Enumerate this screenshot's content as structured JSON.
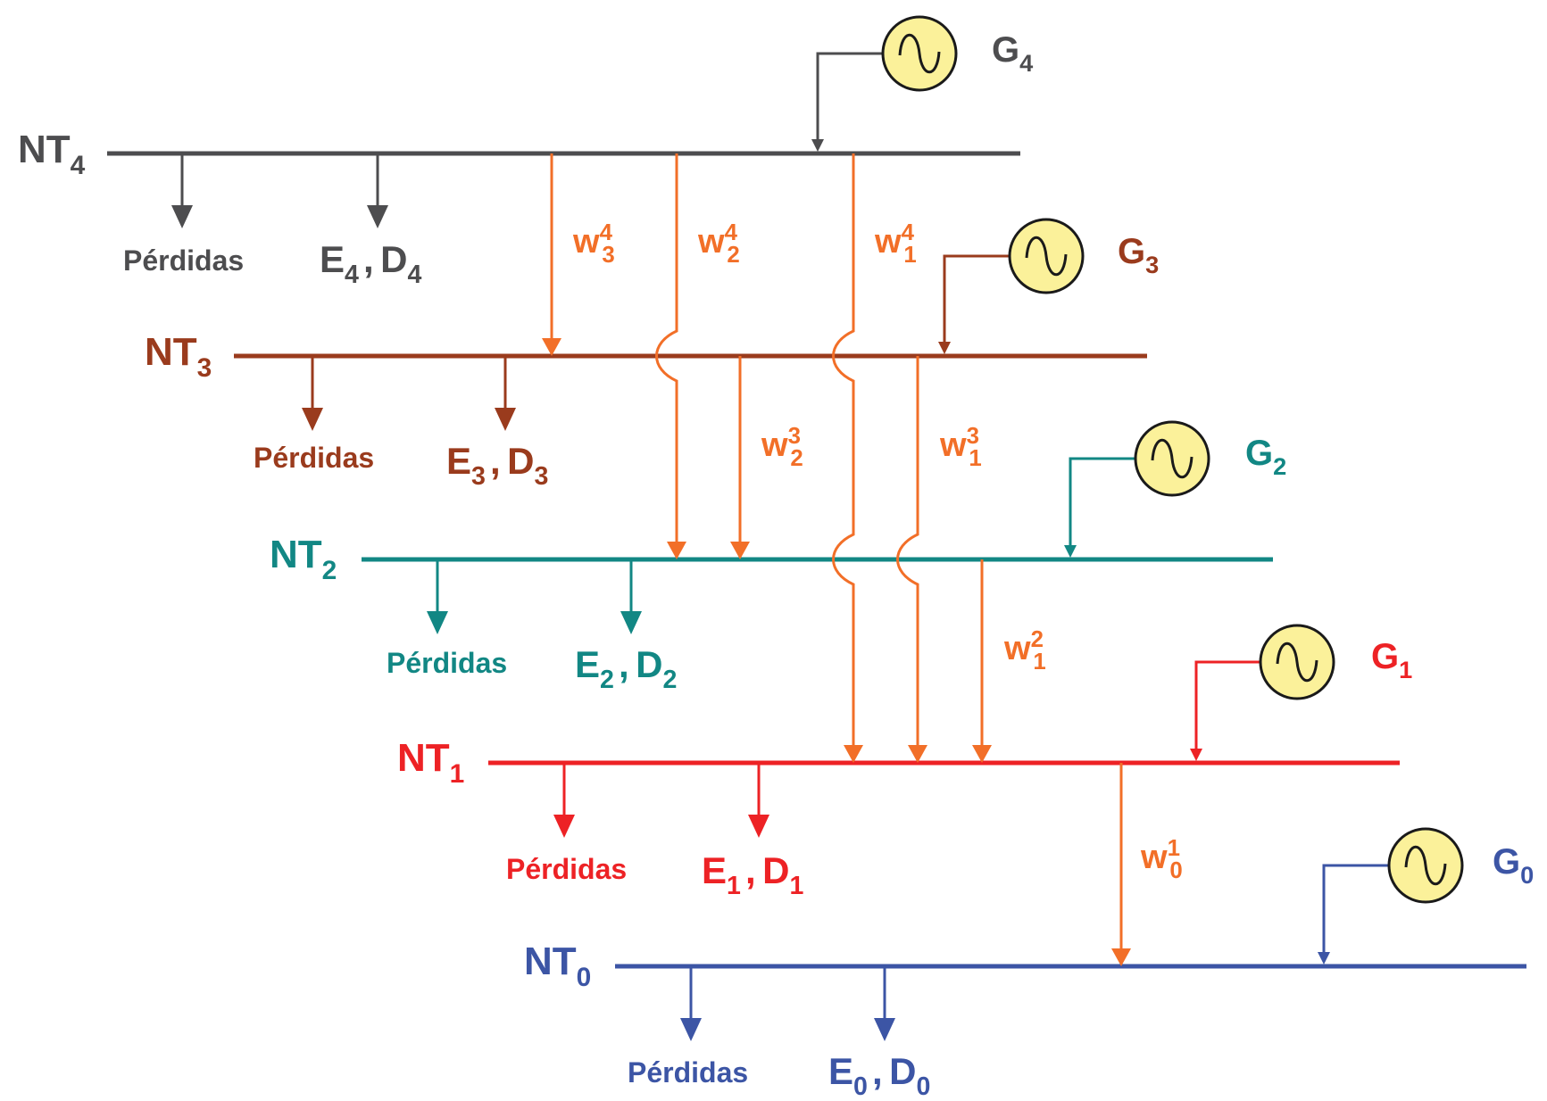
{
  "colors": {
    "level4": "#4d4d4f",
    "level3": "#9a3b1d",
    "level2": "#128784",
    "level1": "#ed2225",
    "level0": "#3c55a5",
    "flow": "#f26f28",
    "gen_fill": "#fbf19a"
  },
  "levels": [
    {
      "bus": {
        "base": "NT",
        "index": "4"
      },
      "loss": "Pérdidas",
      "ed": {
        "e": "E",
        "d": "D",
        "index": "4",
        "sep": ","
      },
      "gen": {
        "base": "G",
        "index": "4",
        "icon": "ac-source-icon"
      }
    },
    {
      "bus": {
        "base": "NT",
        "index": "3"
      },
      "loss": "Pérdidas",
      "ed": {
        "e": "E",
        "d": "D",
        "index": "3",
        "sep": ","
      },
      "gen": {
        "base": "G",
        "index": "3",
        "icon": "ac-source-icon"
      }
    },
    {
      "bus": {
        "base": "NT",
        "index": "2"
      },
      "loss": "Pérdidas",
      "ed": {
        "e": "E",
        "d": "D",
        "index": "2",
        "sep": ","
      },
      "gen": {
        "base": "G",
        "index": "2",
        "icon": "ac-source-icon"
      }
    },
    {
      "bus": {
        "base": "NT",
        "index": "1"
      },
      "loss": "Pérdidas",
      "ed": {
        "e": "E",
        "d": "D",
        "index": "1",
        "sep": ","
      },
      "gen": {
        "base": "G",
        "index": "1",
        "icon": "ac-source-icon"
      }
    },
    {
      "bus": {
        "base": "NT",
        "index": "0"
      },
      "loss": "Pérdidas",
      "ed": {
        "e": "E",
        "d": "D",
        "index": "0",
        "sep": ","
      },
      "gen": {
        "base": "G",
        "index": "0",
        "icon": "ac-source-icon"
      }
    }
  ],
  "flows": [
    {
      "base": "w",
      "from": "4",
      "to": "3"
    },
    {
      "base": "w",
      "from": "4",
      "to": "2"
    },
    {
      "base": "w",
      "from": "4",
      "to": "1"
    },
    {
      "base": "w",
      "from": "3",
      "to": "2"
    },
    {
      "base": "w",
      "from": "3",
      "to": "1"
    },
    {
      "base": "w",
      "from": "2",
      "to": "1"
    },
    {
      "base": "w",
      "from": "1",
      "to": "0"
    }
  ]
}
